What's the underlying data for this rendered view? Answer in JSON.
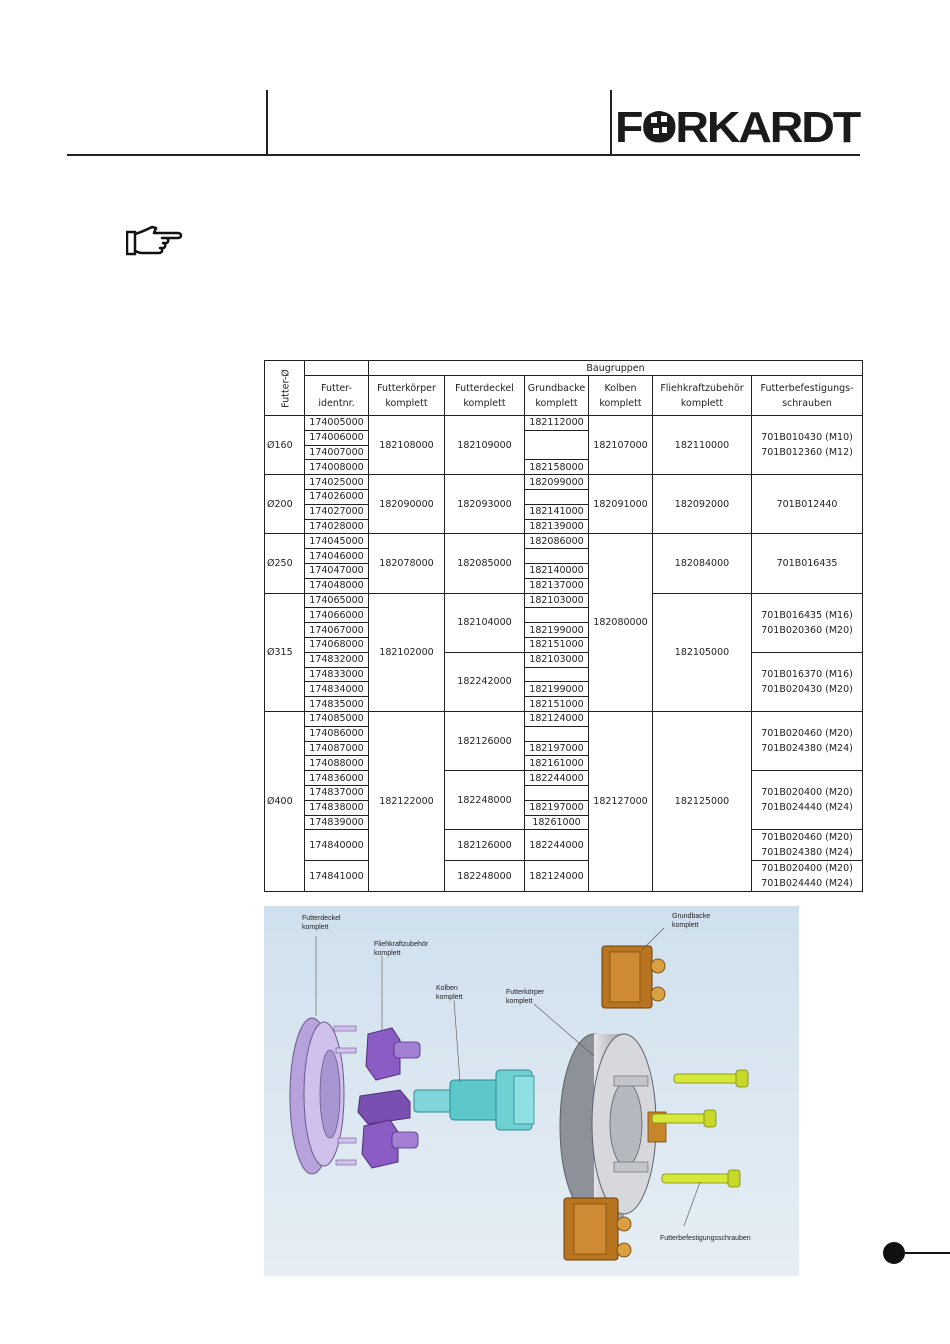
{
  "header": {
    "logo_text": "FORKARDT"
  },
  "table": {
    "col_diameter": "Futter-Ø",
    "group_header": "Baugruppen",
    "col_ident": "Futter-identnr.",
    "col_body": "Futterkörper komplett",
    "col_cover": "Futterdeckel komplett",
    "col_jaw": "Grundbacke komplett",
    "col_piston": "Kolben komplett",
    "col_centrifugal": "Fliehkraftzubehör komplett",
    "col_screws": "Futterbefestigungs-schrauben",
    "d160": "Ø160",
    "d200": "Ø200",
    "d250": "Ø250",
    "d315": "Ø315",
    "d400": "Ø400",
    "ident": [
      "174005000",
      "174006000",
      "174007000",
      "174008000",
      "174025000",
      "174026000",
      "174027000",
      "174028000",
      "174045000",
      "174046000",
      "174047000",
      "174048000",
      "174065000",
      "174066000",
      "174067000",
      "174068000",
      "174832000",
      "174833000",
      "174834000",
      "174835000",
      "174085000",
      "174086000",
      "174087000",
      "174088000",
      "174836000",
      "174837000",
      "174838000",
      "174839000",
      "174840000",
      "174841000"
    ],
    "body": [
      "182108000",
      "182090000",
      "182078000",
      "182102000",
      "182122000"
    ],
    "cover": [
      "182109000",
      "182093000",
      "182085000",
      "182104000",
      "182242000",
      "182126000",
      "182248000",
      "182126000",
      "182248000"
    ],
    "jaw": [
      "182112000",
      "182158000",
      "182099000",
      "182141000",
      "182139000",
      "182086000",
      "182140000",
      "182137000",
      "182103000",
      "182199000",
      "182151000",
      "182103000",
      "182199000",
      "182151000",
      "182124000",
      "182197000",
      "182161000",
      "182244000",
      "182197000",
      "18261000",
      "182244000",
      "182124000"
    ],
    "piston": [
      "182107000",
      "182091000",
      "182080000",
      "182127000"
    ],
    "centrifugal": [
      "182110000",
      "182092000",
      "182084000",
      "182105000",
      "182125000"
    ],
    "screws": {
      "s160a": "701B010430 (M10)",
      "s160b": "701B012360 (M12)",
      "s200": "701B012440",
      "s250": "701B016435",
      "s315a1": "701B016435 (M16)",
      "s315a2": "701B020360 (M20)",
      "s315b1": "701B016370 (M16)",
      "s315b2": "701B020430 (M20)",
      "s400a1": "701B020460 (M20)",
      "s400a2": "701B024380 (M24)",
      "s400b1": "701B020400 (M20)",
      "s400b2": "701B024440 (M24)",
      "s400c1": "701B020460 (M20)",
      "s400c2": "701B024380 (M24)",
      "s400d1": "701B020400 (M20)",
      "s400d2": "701B024440 (M24)"
    }
  },
  "figure": {
    "label_cover": [
      "Futterdeckel",
      "komplett"
    ],
    "label_centrifugal": [
      "Fliehkraftzubehör",
      "komplett"
    ],
    "label_piston": [
      "Kolben",
      "komplett"
    ],
    "label_body": [
      "Futterkörper",
      "komplett"
    ],
    "label_jaw": [
      "Grundbacke",
      "komplett"
    ],
    "label_screws": [
      "Futterbefestigungsschrauben"
    ]
  },
  "colors": {
    "cover": "#c8b6e8",
    "centrifugal": "#8a5cc4",
    "piston": "#5cc8cc",
    "body": "#c9ccd2",
    "jaw": "#b8741e",
    "screws": "#d8e83a",
    "photo_bg": "#d7e6f1"
  }
}
